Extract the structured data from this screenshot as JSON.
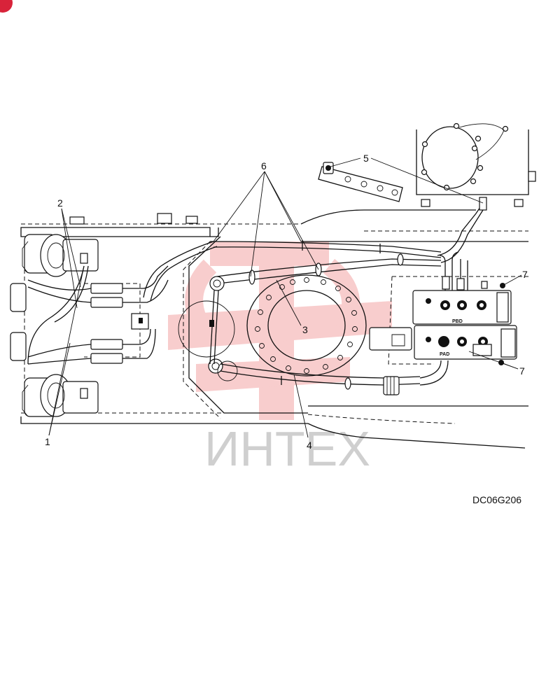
{
  "drawing_code": "DC06G206",
  "watermark_text": "ИНТЕХ",
  "callouts": {
    "c1": "1",
    "c2": "2",
    "c3": "3",
    "c4": "4",
    "c5": "5",
    "c6": "6",
    "c7a": "7",
    "c7b": "7"
  },
  "port_labels": {
    "pbd": "PBD",
    "pad": "PAD"
  },
  "colors": {
    "line": "#111111",
    "watermark_logo": "#f4a5a5",
    "watermark_text": "#cfcfcf",
    "corner_badge": "#d8233a"
  }
}
